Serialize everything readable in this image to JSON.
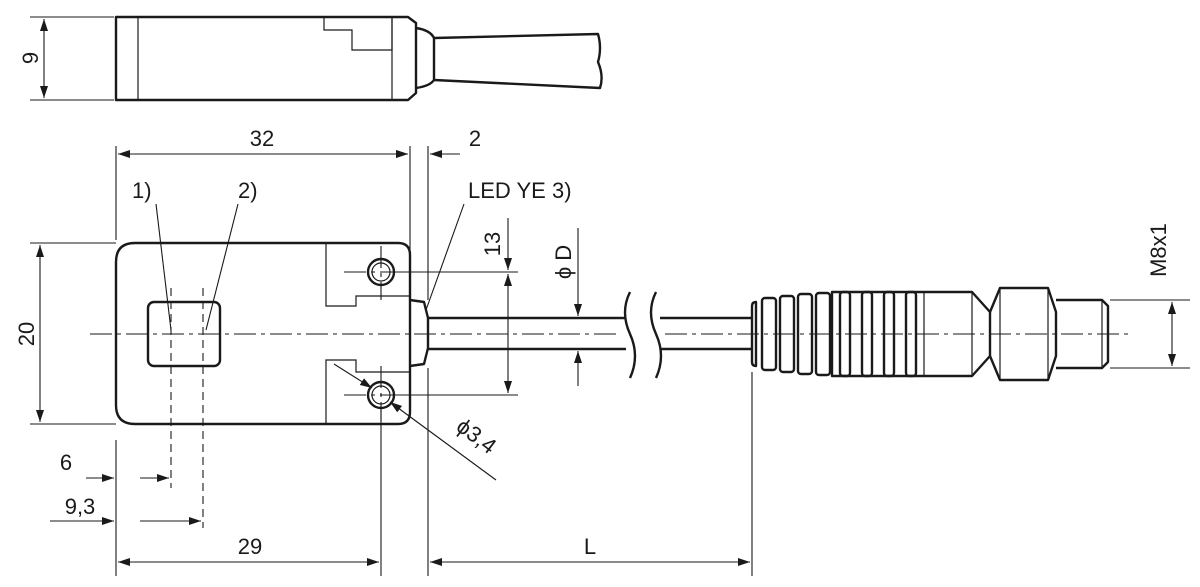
{
  "dimensions": {
    "height_side": "9",
    "length_total": "32",
    "cable_offset": "2",
    "width": "20",
    "hole_spacing": "13",
    "cable_diameter": "ϕ D",
    "hole_diameter": "ϕ3,4",
    "sensor_center_1": "6",
    "sensor_center_2": "9,3",
    "hole_position": "29",
    "cable_length": "L",
    "thread": "M8x1"
  },
  "notes": {
    "sensor_1": "1)",
    "sensor_2": "2)",
    "led": "LED YE 3)"
  }
}
